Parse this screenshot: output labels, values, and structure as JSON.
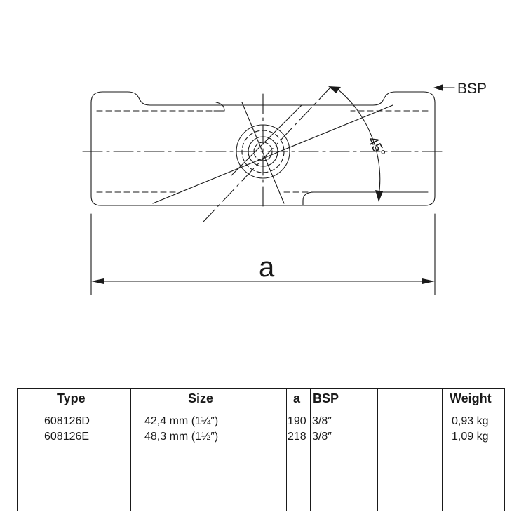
{
  "drawing": {
    "bsp_label": "BSP",
    "angle_label": "45°",
    "dimension_label": "a"
  },
  "table": {
    "headers": {
      "type": "Type",
      "size": "Size",
      "a": "a",
      "bsp": "BSP",
      "weight": "Weight"
    },
    "rows": [
      {
        "type": "608126D",
        "size": "42,4 mm (1¼″)",
        "a": "190",
        "bsp": "3/8″",
        "weight": "0,93 kg"
      },
      {
        "type": "608126E",
        "size": "48,3 mm (1½″)",
        "a": "218",
        "bsp": "3/8″",
        "weight": "1,09 kg"
      }
    ]
  },
  "colors": {
    "ink": "#1a1a1a",
    "background": "#ffffff"
  }
}
